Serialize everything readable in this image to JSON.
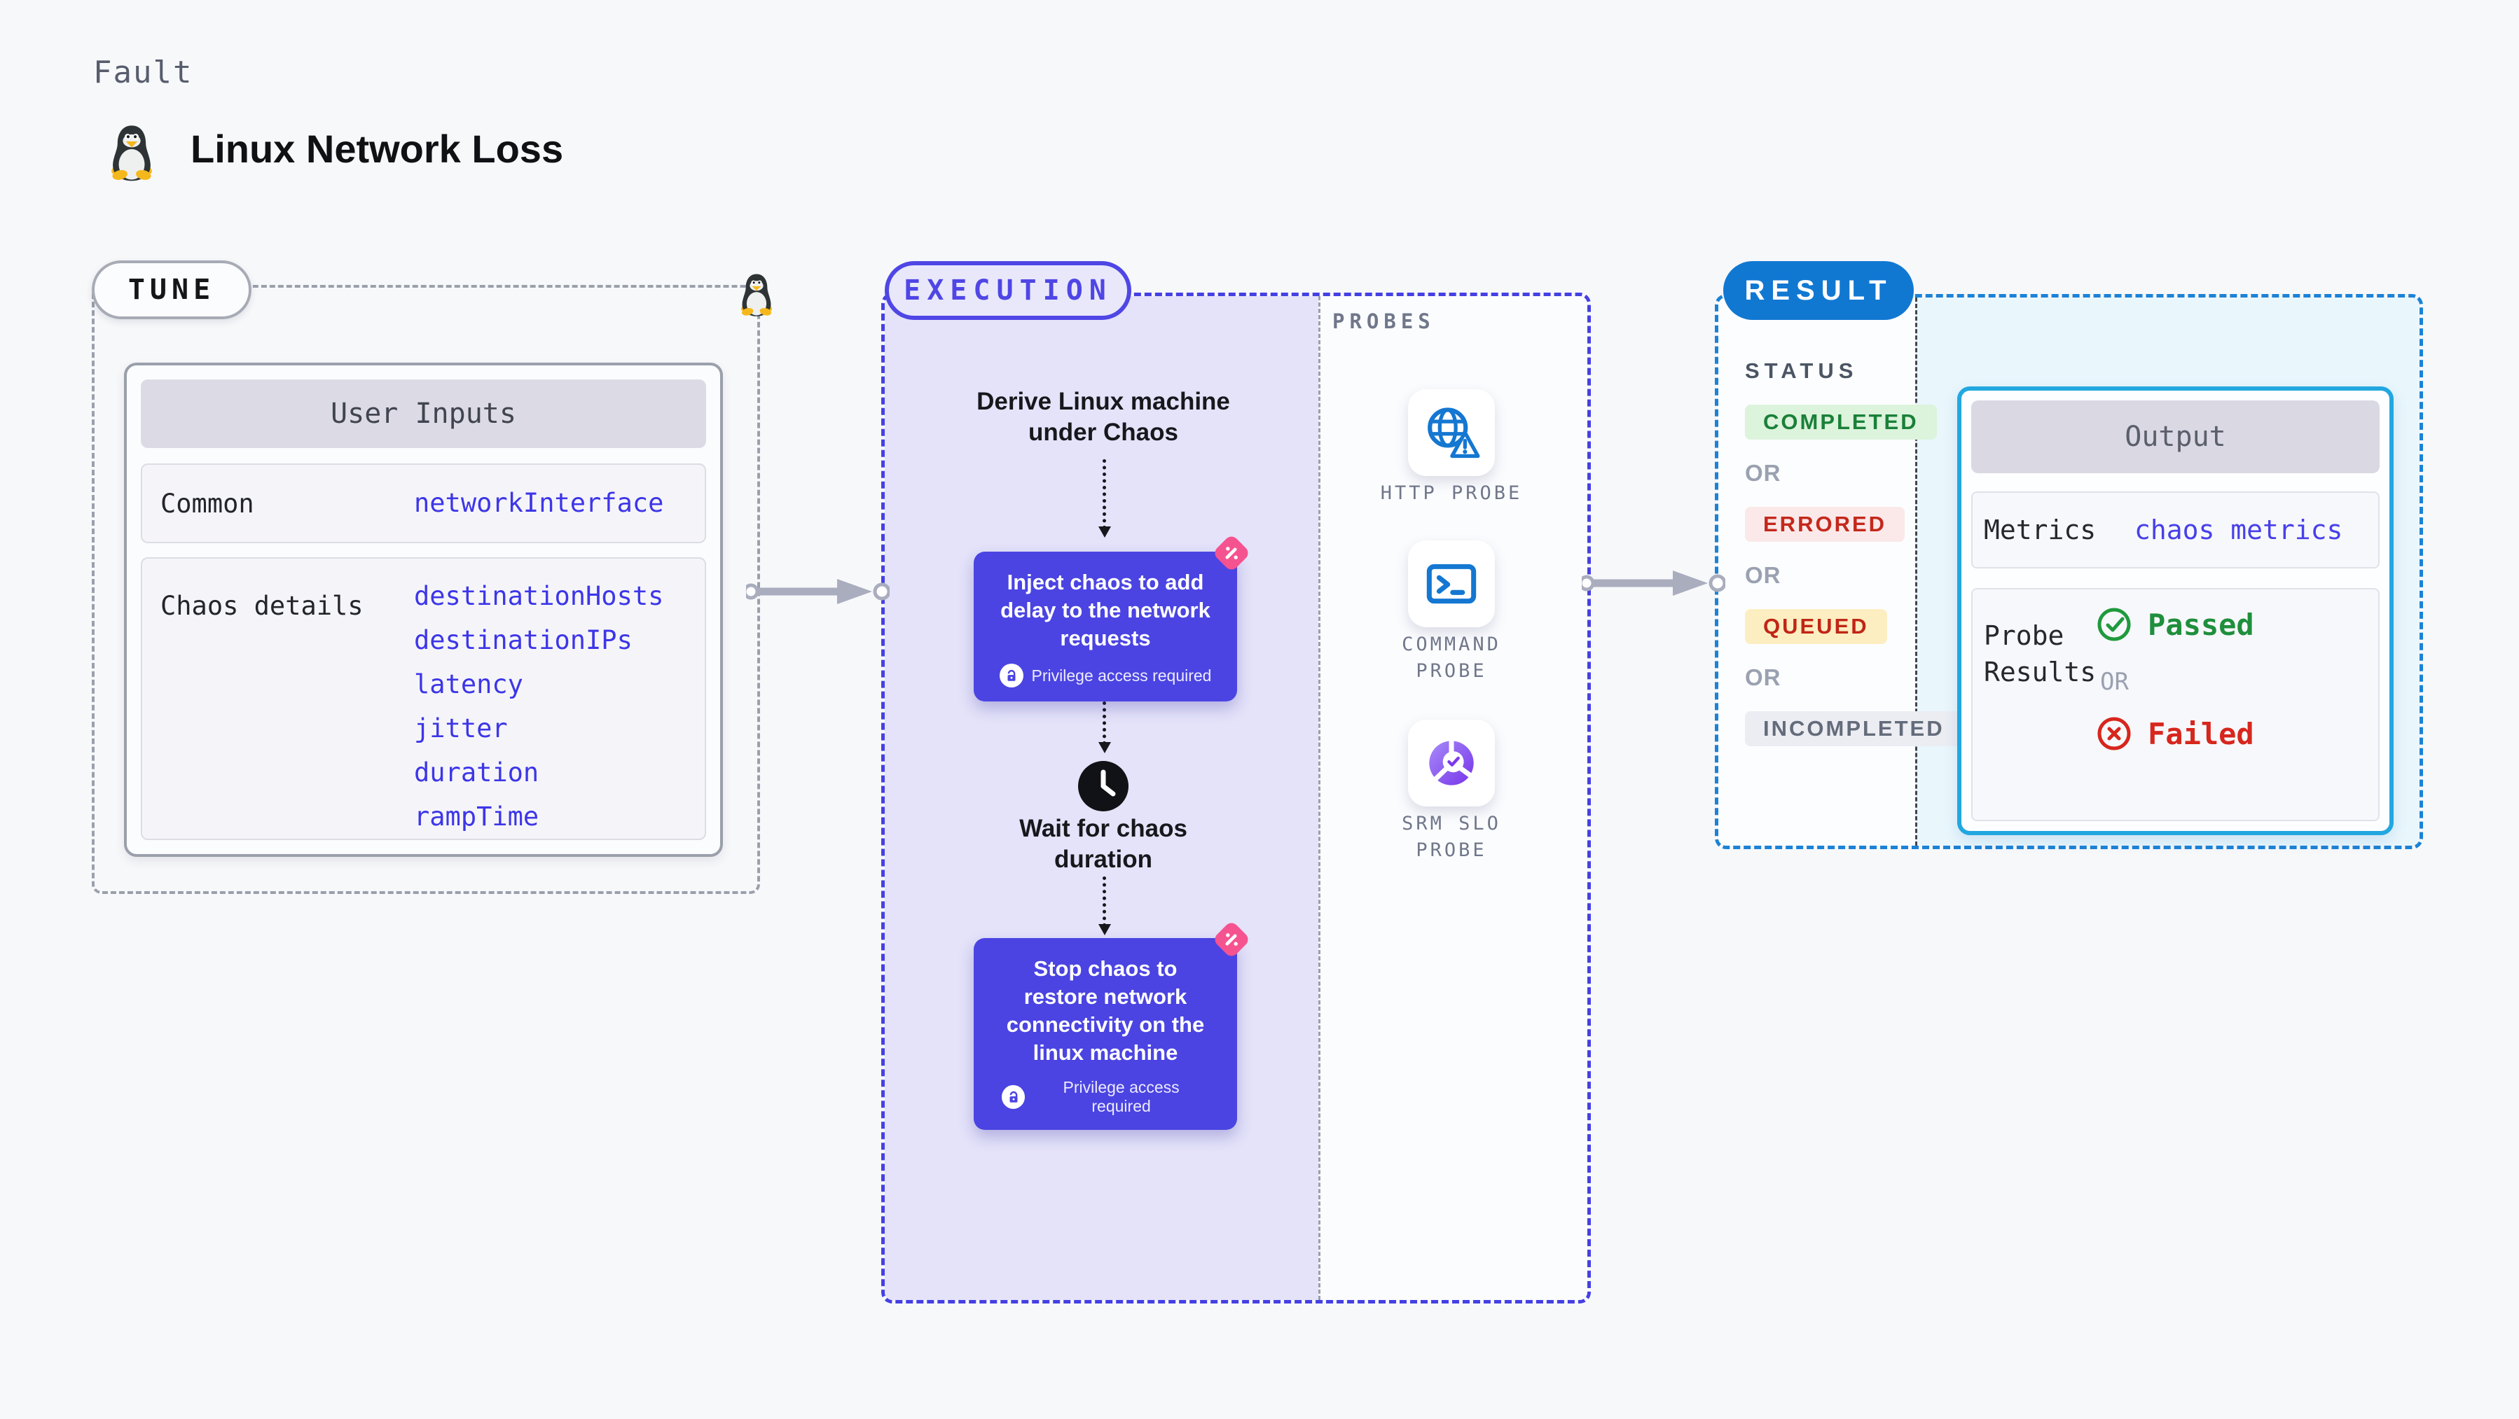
{
  "page": {
    "kind_label": "Fault",
    "title": "Linux Network Loss"
  },
  "tune": {
    "badge": "TUNE",
    "table": {
      "header": "User Inputs",
      "rows": [
        {
          "label": "Common",
          "values": [
            "networkInterface"
          ]
        },
        {
          "label": "Chaos details",
          "values": [
            "destinationHosts",
            "destinationIPs",
            "latency",
            "jitter",
            "duration",
            "rampTime"
          ]
        }
      ]
    }
  },
  "execution": {
    "badge": "EXECUTION",
    "steps": {
      "derive": "Derive Linux machine under Chaos",
      "inject": "Inject chaos to add delay to the network requests",
      "wait": "Wait for chaos duration",
      "stop": "Stop chaos to restore network connectivity on the linux machine",
      "privilege_note": "Privilege access required"
    },
    "probes": {
      "label": "PROBES",
      "items": [
        {
          "name": "HTTP PROBE",
          "icon": "globe-alert-icon"
        },
        {
          "name": "COMMAND PROBE",
          "icon": "terminal-icon"
        },
        {
          "name": "SRM SLO PROBE",
          "icon": "slo-pie-icon"
        }
      ]
    }
  },
  "result": {
    "badge": "RESULT",
    "status": {
      "label": "STATUS",
      "separator": "OR",
      "options": [
        "COMPLETED",
        "ERRORED",
        "QUEUED",
        "INCOMPLETED"
      ]
    },
    "output": {
      "header": "Output",
      "metrics_label": "Metrics",
      "metrics_value": "chaos metrics",
      "probe_results_label": "Probe Results",
      "passed": "Passed",
      "or": "OR",
      "failed": "Failed"
    }
  },
  "colors": {
    "indigo": "#4f46e5",
    "node_fill": "#4b44e2",
    "lavender": "#e4e3f9",
    "result_blue": "#1178d2",
    "output_border": "#22a7e0",
    "green": "#1f8f3c",
    "red": "#d7261d",
    "pink": "#f5538f",
    "value_indigo": "#3d36e8"
  }
}
